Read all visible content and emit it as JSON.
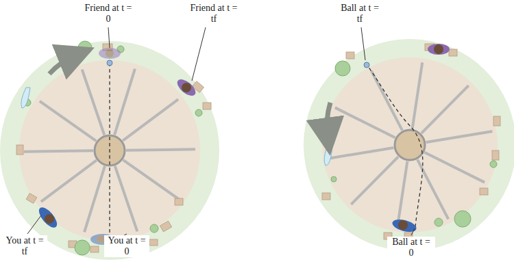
{
  "diagram": {
    "labels": [
      "Friend at t = 0",
      "Friend at t = tf",
      "You at t = tf",
      "You at t = 0",
      "Ball at t = tf",
      "Ball at t = 0"
    ]
  }
}
